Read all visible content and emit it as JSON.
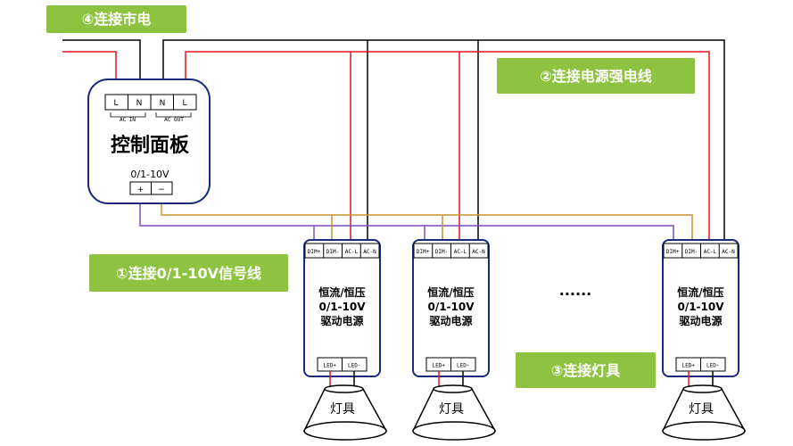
{
  "colors": {
    "tag_green": "#8dc340",
    "wire_black": "#000000",
    "wire_red": "#e8141d",
    "wire_purple": "#7b4fb8",
    "wire_brown": "#c8922a",
    "box_border": "#1a2d7a"
  },
  "labels": {
    "tag_mains": "④连接市电",
    "tag_power": "②连接电源强电线",
    "tag_signal": "①连接0/1-10V信号线",
    "tag_lamp": "③连接灯具",
    "ellipsis": "......"
  },
  "panel": {
    "title": "控制面板",
    "terminals": [
      "L",
      "N",
      "N",
      "L"
    ],
    "ac_in": "AC IN",
    "ac_out": "AC OUT",
    "dim_label": "0/1-10V",
    "dim_plus": "+",
    "dim_minus": "−"
  },
  "drivers": [
    {
      "terminals": [
        "DIM+",
        "DIM-",
        "AC-L",
        "AC-N"
      ],
      "line1": "恒流/恒压",
      "line2": "0/1-10V",
      "line3": "驱动电源",
      "out_plus": "LED+",
      "out_minus": "LED-",
      "lamp": "灯具"
    },
    {
      "terminals": [
        "DIM+",
        "DIM-",
        "AC-L",
        "AC-N"
      ],
      "line1": "恒流/恒压",
      "line2": "0/1-10V",
      "line3": "驱动电源",
      "out_plus": "LED+",
      "out_minus": "LED-",
      "lamp": "灯具"
    },
    {
      "terminals": [
        "DIM+",
        "DIM-",
        "AC-L",
        "AC-N"
      ],
      "line1": "恒流/恒压",
      "line2": "0/1-10V",
      "line3": "驱动电源",
      "out_plus": "LED+",
      "out_minus": "LED-",
      "lamp": "灯具"
    }
  ]
}
